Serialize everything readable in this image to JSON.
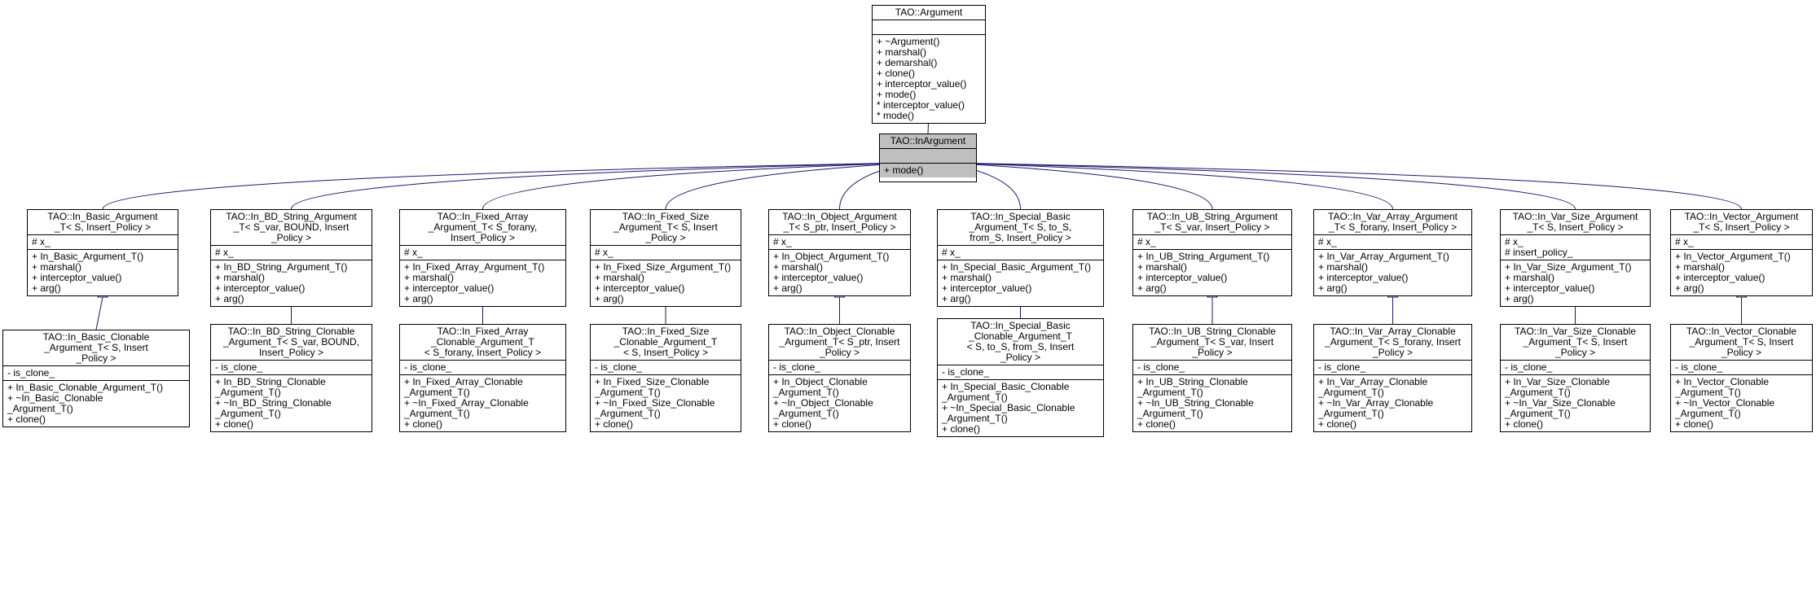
{
  "diagram": {
    "nodes": [
      {
        "id": "argument",
        "title": "TAO::Argument",
        "attrs": [],
        "ops": [
          "+ ~Argument()",
          "+ marshal()",
          "+ demarshal()",
          "+ clone()",
          "+ interceptor_value()",
          "+ mode()",
          "* interceptor_value()",
          "* mode()"
        ],
        "highlight": false
      },
      {
        "id": "inargument",
        "title": "TAO::InArgument",
        "attrs": [],
        "ops": [
          "+ mode()"
        ],
        "highlight": true
      },
      {
        "id": "basic",
        "title": "TAO::In_Basic_Argument\n_T< S, Insert_Policy >",
        "attrs": [
          "# x_"
        ],
        "ops": [
          "+ In_Basic_Argument_T()",
          "+ marshal()",
          "+ interceptor_value()",
          "+ arg()"
        ]
      },
      {
        "id": "bdstring",
        "title": "TAO::In_BD_String_Argument\n_T< S_var, BOUND, Insert\n_Policy >",
        "attrs": [
          "# x_"
        ],
        "ops": [
          "+ In_BD_String_Argument_T()",
          "+ marshal()",
          "+ interceptor_value()",
          "+ arg()"
        ]
      },
      {
        "id": "fixedarray",
        "title": "TAO::In_Fixed_Array\n_Argument_T< S_forany,\nInsert_Policy >",
        "attrs": [
          "# x_"
        ],
        "ops": [
          "+ In_Fixed_Array_Argument_T()",
          "+ marshal()",
          "+ interceptor_value()",
          "+ arg()"
        ]
      },
      {
        "id": "fixedsize",
        "title": "TAO::In_Fixed_Size\n_Argument_T< S, Insert\n_Policy >",
        "attrs": [
          "# x_"
        ],
        "ops": [
          "+ In_Fixed_Size_Argument_T()",
          "+ marshal()",
          "+ interceptor_value()",
          "+ arg()"
        ]
      },
      {
        "id": "object",
        "title": "TAO::In_Object_Argument\n_T< S_ptr, Insert_Policy >",
        "attrs": [
          "# x_"
        ],
        "ops": [
          "+ In_Object_Argument_T()",
          "+ marshal()",
          "+ interceptor_value()",
          "+ arg()"
        ]
      },
      {
        "id": "specialbasic",
        "title": "TAO::In_Special_Basic\n_Argument_T< S, to_S,\nfrom_S, Insert_Policy >",
        "attrs": [
          "# x_"
        ],
        "ops": [
          "+ In_Special_Basic_Argument_T()",
          "+ marshal()",
          "+ interceptor_value()",
          "+ arg()"
        ]
      },
      {
        "id": "ubstring",
        "title": "TAO::In_UB_String_Argument\n_T< S_var, Insert_Policy >",
        "attrs": [
          "# x_"
        ],
        "ops": [
          "+ In_UB_String_Argument_T()",
          "+ marshal()",
          "+ interceptor_value()",
          "+ arg()"
        ]
      },
      {
        "id": "vararray",
        "title": "TAO::In_Var_Array_Argument\n_T< S_forany, Insert_Policy >",
        "attrs": [
          "# x_"
        ],
        "ops": [
          "+ In_Var_Array_Argument_T()",
          "+ marshal()",
          "+ interceptor_value()",
          "+ arg()"
        ]
      },
      {
        "id": "varsize",
        "title": "TAO::In_Var_Size_Argument\n_T< S, Insert_Policy >",
        "attrs": [
          "# x_",
          "# insert_policy_"
        ],
        "ops": [
          "+ In_Var_Size_Argument_T()",
          "+ marshal()",
          "+ interceptor_value()",
          "+ arg()"
        ]
      },
      {
        "id": "vector",
        "title": "TAO::In_Vector_Argument\n_T< S, Insert_Policy >",
        "attrs": [
          "# x_"
        ],
        "ops": [
          "+ In_Vector_Argument_T()",
          "+ marshal()",
          "+ interceptor_value()",
          "+ arg()"
        ]
      },
      {
        "id": "basic_c",
        "title": "TAO::In_Basic_Clonable\n_Argument_T< S, Insert\n_Policy >",
        "attrs": [
          "- is_clone_"
        ],
        "ops": [
          "+ In_Basic_Clonable_Argument_T()",
          "+ ~In_Basic_Clonable\n_Argument_T()",
          "+ clone()"
        ]
      },
      {
        "id": "bdstring_c",
        "title": "TAO::In_BD_String_Clonable\n_Argument_T< S_var, BOUND,\nInsert_Policy >",
        "attrs": [
          "- is_clone_"
        ],
        "ops": [
          "+ In_BD_String_Clonable\n_Argument_T()",
          "+ ~In_BD_String_Clonable\n_Argument_T()",
          "+ clone()"
        ]
      },
      {
        "id": "fixedarray_c",
        "title": "TAO::In_Fixed_Array\n_Clonable_Argument_T\n< S_forany, Insert_Policy >",
        "attrs": [
          "- is_clone_"
        ],
        "ops": [
          "+ In_Fixed_Array_Clonable\n_Argument_T()",
          "+ ~In_Fixed_Array_Clonable\n_Argument_T()",
          "+ clone()"
        ]
      },
      {
        "id": "fixedsize_c",
        "title": "TAO::In_Fixed_Size\n_Clonable_Argument_T\n< S, Insert_Policy >",
        "attrs": [
          "- is_clone_"
        ],
        "ops": [
          "+ In_Fixed_Size_Clonable\n_Argument_T()",
          "+ ~In_Fixed_Size_Clonable\n_Argument_T()",
          "+ clone()"
        ]
      },
      {
        "id": "object_c",
        "title": "TAO::In_Object_Clonable\n_Argument_T< S_ptr, Insert\n_Policy >",
        "attrs": [
          "- is_clone_"
        ],
        "ops": [
          "+ In_Object_Clonable\n_Argument_T()",
          "+ ~In_Object_Clonable\n_Argument_T()",
          "+ clone()"
        ]
      },
      {
        "id": "specialbasic_c",
        "title": "TAO::In_Special_Basic\n_Clonable_Argument_T\n< S, to_S, from_S, Insert\n_Policy >",
        "attrs": [
          "- is_clone_"
        ],
        "ops": [
          "+ In_Special_Basic_Clonable\n_Argument_T()",
          "+ ~In_Special_Basic_Clonable\n_Argument_T()",
          "+ clone()"
        ]
      },
      {
        "id": "ubstring_c",
        "title": "TAO::In_UB_String_Clonable\n_Argument_T< S_var, Insert\n_Policy >",
        "attrs": [
          "- is_clone_"
        ],
        "ops": [
          "+ In_UB_String_Clonable\n_Argument_T()",
          "+ ~In_UB_String_Clonable\n_Argument_T()",
          "+ clone()"
        ]
      },
      {
        "id": "vararray_c",
        "title": "TAO::In_Var_Array_Clonable\n_Argument_T< S_forany, Insert\n_Policy >",
        "attrs": [
          "- is_clone_"
        ],
        "ops": [
          "+ In_Var_Array_Clonable\n_Argument_T()",
          "+ ~In_Var_Array_Clonable\n_Argument_T()",
          "+ clone()"
        ]
      },
      {
        "id": "varsize_c",
        "title": "TAO::In_Var_Size_Clonable\n_Argument_T< S, Insert\n_Policy >",
        "attrs": [
          "- is_clone_"
        ],
        "ops": [
          "+ In_Var_Size_Clonable\n_Argument_T()",
          "+ ~In_Var_Size_Clonable\n_Argument_T()",
          "+ clone()"
        ]
      },
      {
        "id": "vector_c",
        "title": "TAO::In_Vector_Clonable\n_Argument_T< S, Insert\n_Policy >",
        "attrs": [
          "- is_clone_"
        ],
        "ops": [
          "+ In_Vector_Clonable\n_Argument_T()",
          "+ ~In_Vector_Clonable\n_Argument_T()",
          "+ clone()"
        ]
      }
    ],
    "edges": [
      [
        "inargument",
        "argument"
      ],
      [
        "basic",
        "inargument"
      ],
      [
        "bdstring",
        "inargument"
      ],
      [
        "fixedarray",
        "inargument"
      ],
      [
        "fixedsize",
        "inargument"
      ],
      [
        "object",
        "inargument"
      ],
      [
        "specialbasic",
        "inargument"
      ],
      [
        "ubstring",
        "inargument"
      ],
      [
        "vararray",
        "inargument"
      ],
      [
        "varsize",
        "inargument"
      ],
      [
        "vector",
        "inargument"
      ],
      [
        "basic_c",
        "basic"
      ],
      [
        "bdstring_c",
        "bdstring"
      ],
      [
        "fixedarray_c",
        "fixedarray"
      ],
      [
        "fixedsize_c",
        "fixedsize"
      ],
      [
        "object_c",
        "object"
      ],
      [
        "specialbasic_c",
        "specialbasic"
      ],
      [
        "ubstring_c",
        "ubstring"
      ],
      [
        "vararray_c",
        "vararray"
      ],
      [
        "varsize_c",
        "varsize"
      ],
      [
        "vector_c",
        "vector"
      ]
    ],
    "colors": {
      "edge": "#191970",
      "highlight": "#bfbfbf",
      "border": "#000000"
    }
  }
}
